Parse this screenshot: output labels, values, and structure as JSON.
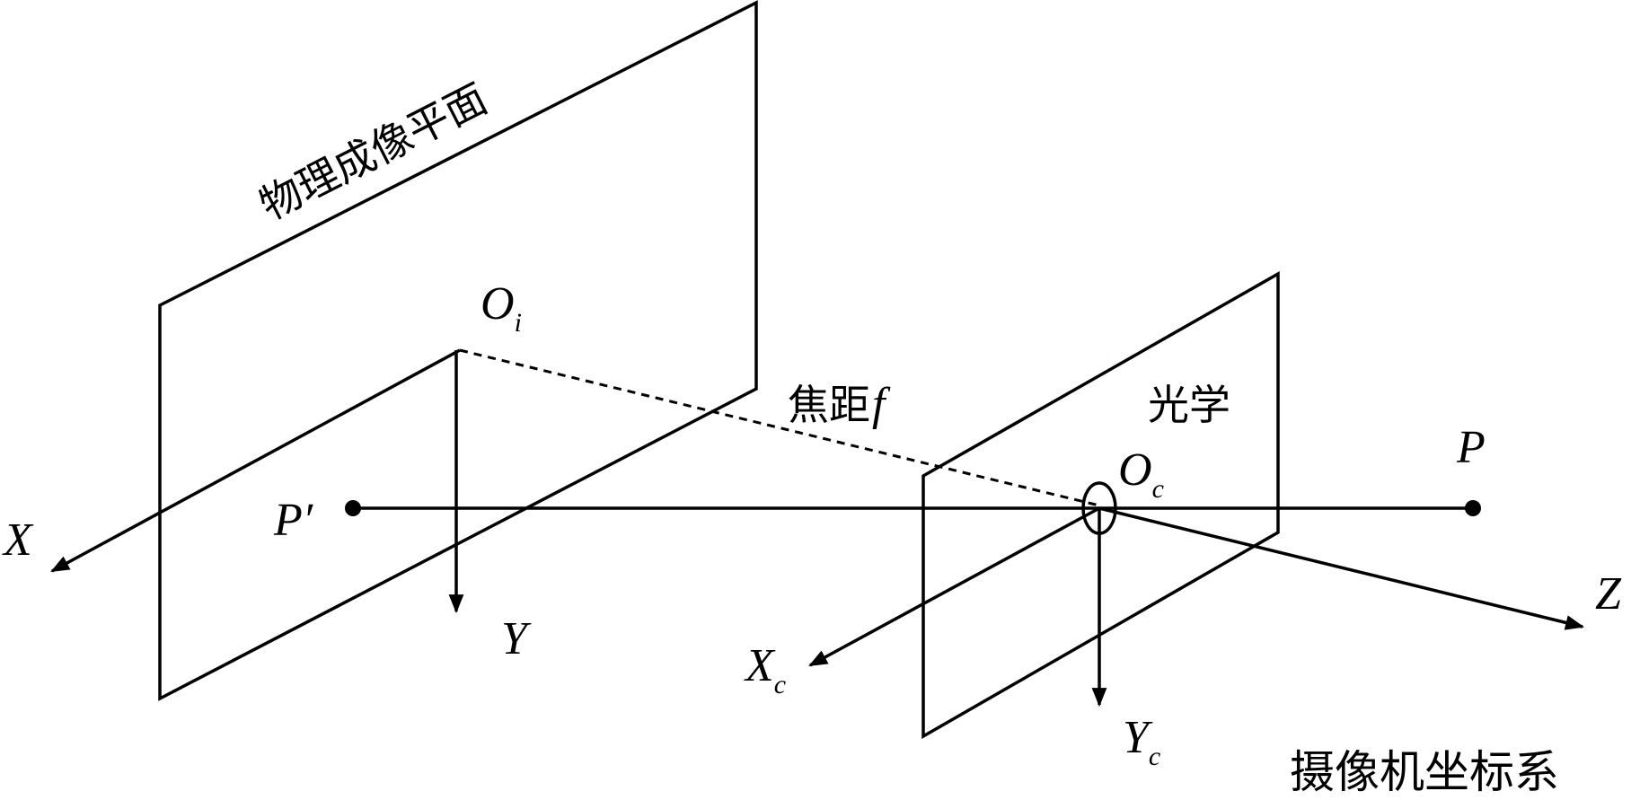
{
  "labels": {
    "physical_plane": "物理成像平面",
    "focal_text": "焦距",
    "focal_symbol": "f",
    "optical": "光学",
    "camera_system": "摄像机坐标系",
    "O": "O",
    "i": "i",
    "c": "c",
    "P": "P",
    "P_prime": "P′",
    "X": "X",
    "Y": "Y",
    "Z": "Z"
  }
}
